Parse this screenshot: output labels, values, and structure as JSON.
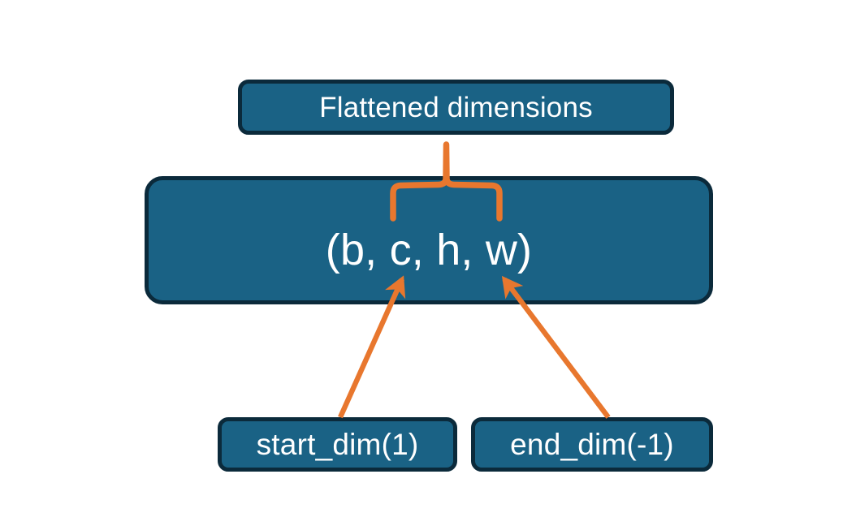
{
  "diagram": {
    "title": "Flatten dimensions diagram",
    "background_color": "#ffffff",
    "node_fill_color": "#1A6285",
    "node_border_color": "#0B2A3B",
    "node_text_color": "#ffffff",
    "connector_color": "#E8772E"
  },
  "nodes": {
    "flattened": {
      "label": "Flattened dimensions"
    },
    "shape": {
      "label": "(b, c, h, w)"
    },
    "start_dim": {
      "label": "start_dim(1)"
    },
    "end_dim": {
      "label": "end_dim(-1)"
    }
  },
  "connectors": [
    {
      "name": "brace-over-chw",
      "type": "curly-brace",
      "from": "shape",
      "to": "flattened",
      "spans": "c, h, w",
      "color": "#E8772E"
    },
    {
      "name": "start-dim-arrow",
      "type": "arrow",
      "from": "start_dim",
      "to": "shape",
      "points_at": "c",
      "color": "#E8772E"
    },
    {
      "name": "end-dim-arrow",
      "type": "arrow",
      "from": "end_dim",
      "to": "shape",
      "points_at": "w",
      "color": "#E8772E"
    }
  ]
}
